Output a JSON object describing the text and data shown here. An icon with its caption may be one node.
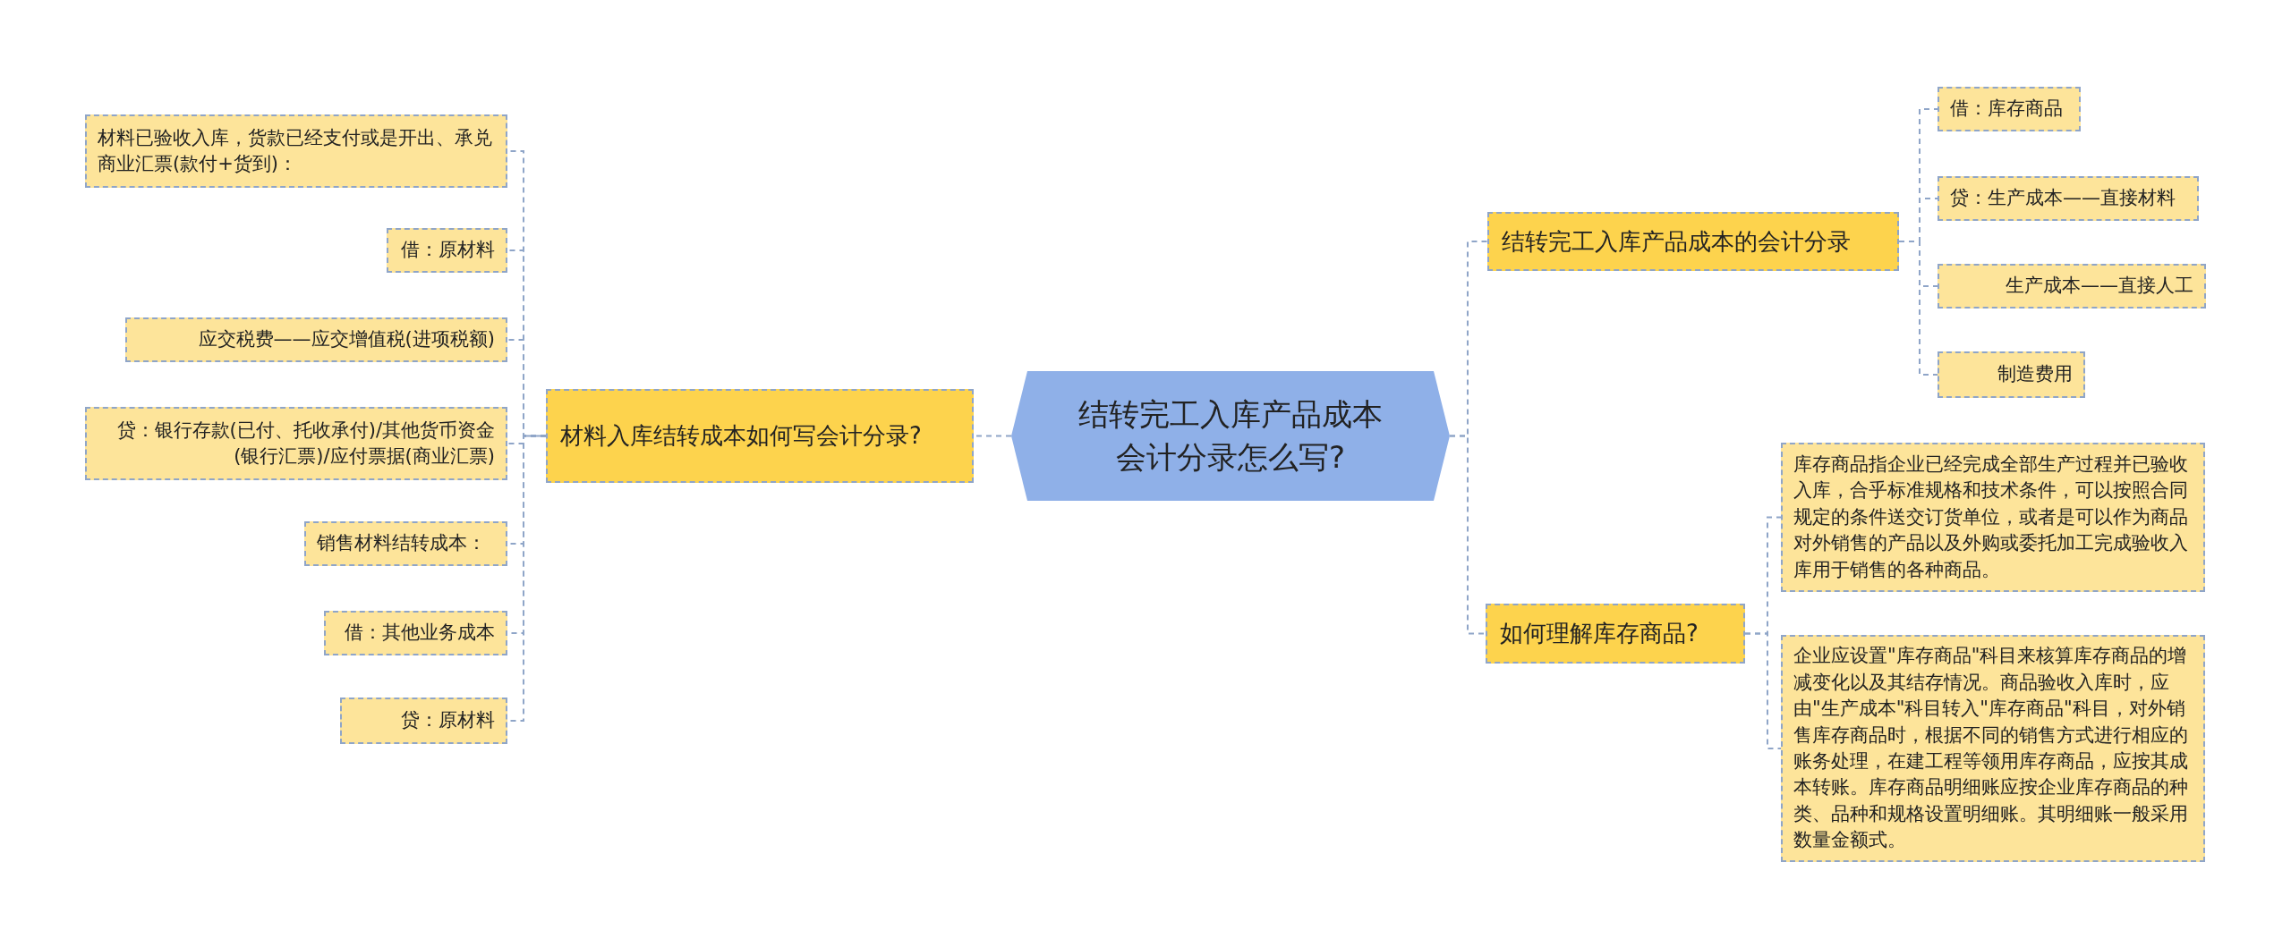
{
  "diagram": {
    "nodes": [
      {
        "text": [
          "结转完工入库产品成本会计分录怎么写?"
        ]
      },
      {
        "text": [
          "材料入库结转成本如何写会计分录?"
        ]
      },
      {
        "text": [
          "材料已验收入库，货款已经支付或是开出、承兑商业汇票(款付+货到)："
        ]
      },
      {
        "text": [
          "借：原材料"
        ]
      },
      {
        "text": [
          "应交税费——应交增值税(进项税额)"
        ]
      },
      {
        "text": [
          "贷：银行存款(已付、托收承付)/其他货币资金(银行汇票)/应付票据(商业汇票)"
        ]
      },
      {
        "text": [
          "销售材料结转成本："
        ]
      },
      {
        "text": [
          "借：其他业务成本"
        ]
      },
      {
        "text": [
          "贷：原材料"
        ]
      },
      {
        "text": [
          "结转完工入库产品成本的会计分录"
        ]
      },
      {
        "text": [
          "借：库存商品"
        ]
      },
      {
        "text": [
          "贷：生产成本——直接材料"
        ]
      },
      {
        "text": [
          "生产成本——直接人工"
        ]
      },
      {
        "text": [
          "制造费用"
        ]
      },
      {
        "text": [
          "如何理解库存商品?"
        ]
      },
      {
        "text": [
          "库存商品指企业已经完成全部生产过程并已验收入库，合乎标准规格和技术条件，可以按照合同规定的条件送交订货单位，或者是可以作为商品对外销售的产品以及外购或委托加工完成验收入库用于销售的各种商品。"
        ]
      },
      {
        "text": [
          "企业应设置\"库存商品\"科目来核算库存商品的增减变化以及其结存情况。商品验收入库时，应由\"生产成本\"科目转入\"库存商品\"科目，对外销售库存商品时，根据不同的销售方式进行相应的账务处理，在建工程等领用库存商品，应按其成本转账。库存商品明细账应按企业库存商品的种类、品种和规格设置明细账。其明细账一般采用数量金额式。"
        ]
      }
    ],
    "edges": [
      {
        "from": 0,
        "to": 1,
        "arrow": "none"
      },
      {
        "from": 1,
        "to": 2,
        "arrow": "none"
      },
      {
        "from": 1,
        "to": 3,
        "arrow": "none"
      },
      {
        "from": 1,
        "to": 4,
        "arrow": "none"
      },
      {
        "from": 1,
        "to": 5,
        "arrow": "none"
      },
      {
        "from": 1,
        "to": 6,
        "arrow": "none"
      },
      {
        "from": 1,
        "to": 7,
        "arrow": "none"
      },
      {
        "from": 1,
        "to": 8,
        "arrow": "none"
      },
      {
        "from": 0,
        "to": 9,
        "arrow": "none"
      },
      {
        "from": 9,
        "to": 10,
        "arrow": "none"
      },
      {
        "from": 9,
        "to": 11,
        "arrow": "none"
      },
      {
        "from": 9,
        "to": 12,
        "arrow": "none"
      },
      {
        "from": 9,
        "to": 13,
        "arrow": "none"
      },
      {
        "from": 0,
        "to": 14,
        "arrow": "none"
      },
      {
        "from": 14,
        "to": 15,
        "arrow": "none"
      },
      {
        "from": 14,
        "to": 16,
        "arrow": "none"
      }
    ]
  }
}
